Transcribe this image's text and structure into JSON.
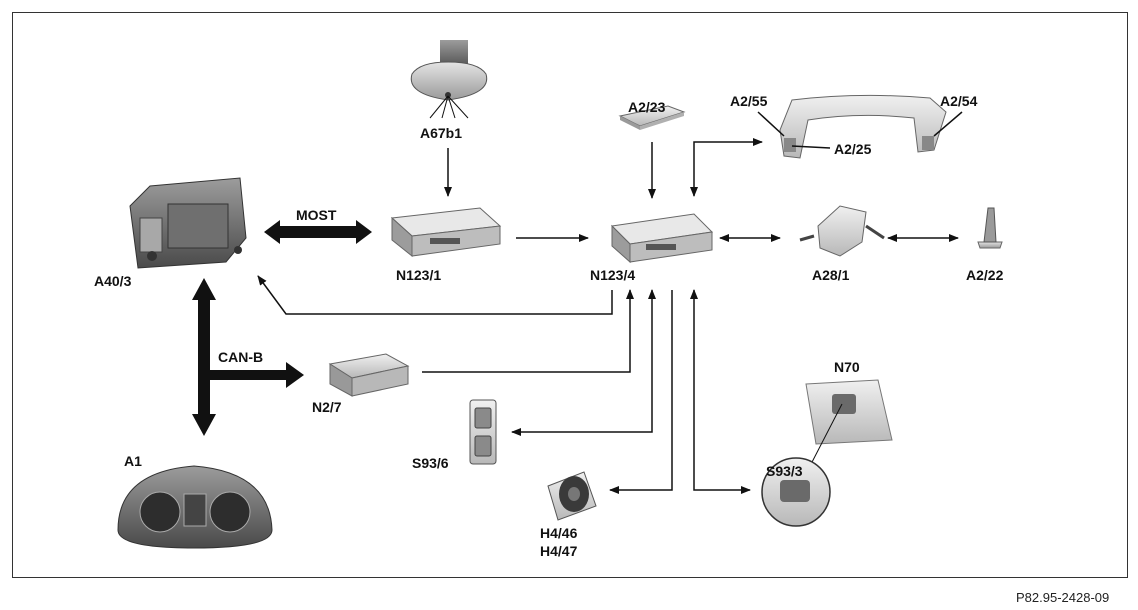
{
  "labels": {
    "a67b1": "A67b1",
    "a2_23": "A2/23",
    "a2_55": "A2/55",
    "a2_54": "A2/54",
    "a2_25": "A2/25",
    "most": "MOST",
    "a40_3": "A40/3",
    "n123_1": "N123/1",
    "n123_4": "N123/4",
    "a28_1": "A28/1",
    "a2_22": "A2/22",
    "can_b": "CAN-B",
    "n2_7": "N2/7",
    "n70": "N70",
    "s93_6": "S93/6",
    "s93_3": "S93/3",
    "a1": "A1",
    "h4_46": "H4/46",
    "h4_47": "H4/47"
  },
  "figure_code": "P82.95-2428-09"
}
